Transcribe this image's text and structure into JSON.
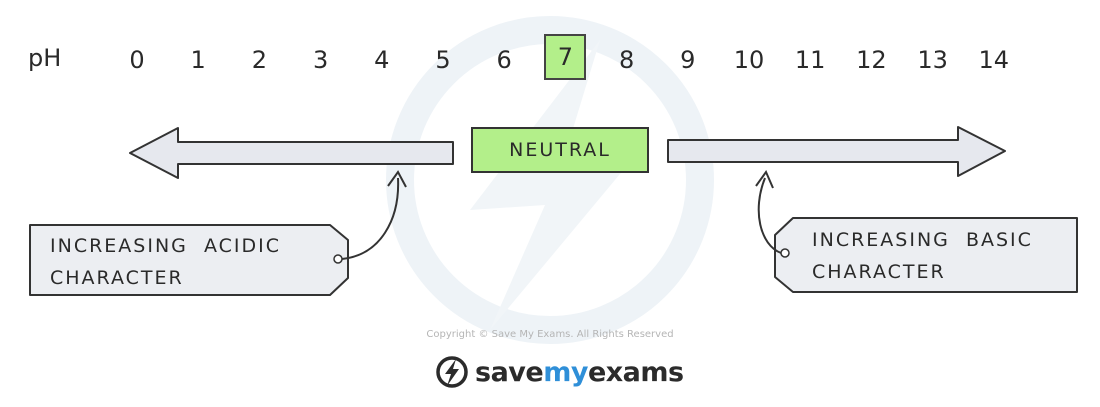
{
  "ph_label": "pH",
  "scale": [
    "0",
    "1",
    "2",
    "3",
    "4",
    "5",
    "6",
    "7",
    "8",
    "9",
    "10",
    "11",
    "12",
    "13",
    "14"
  ],
  "neutral_value": "7",
  "neutral_label": "NEUTRAL",
  "acidic_box": {
    "line1": "INCREASING  ACIDIC",
    "line2": "CHARACTER"
  },
  "basic_box": {
    "line1": "INCREASING  BASIC",
    "line2": "CHARACTER"
  },
  "copyright": "Copyright © Save My Exams. All Rights Reserved",
  "brand": {
    "part1": "save",
    "part2": "my",
    "part3": "exams"
  },
  "colors": {
    "neutral_fill": "#b3ef8a",
    "arrow_fill": "#e6e8ee",
    "box_fill": "#eceef2",
    "brand_accent": "#2f8fd8"
  }
}
